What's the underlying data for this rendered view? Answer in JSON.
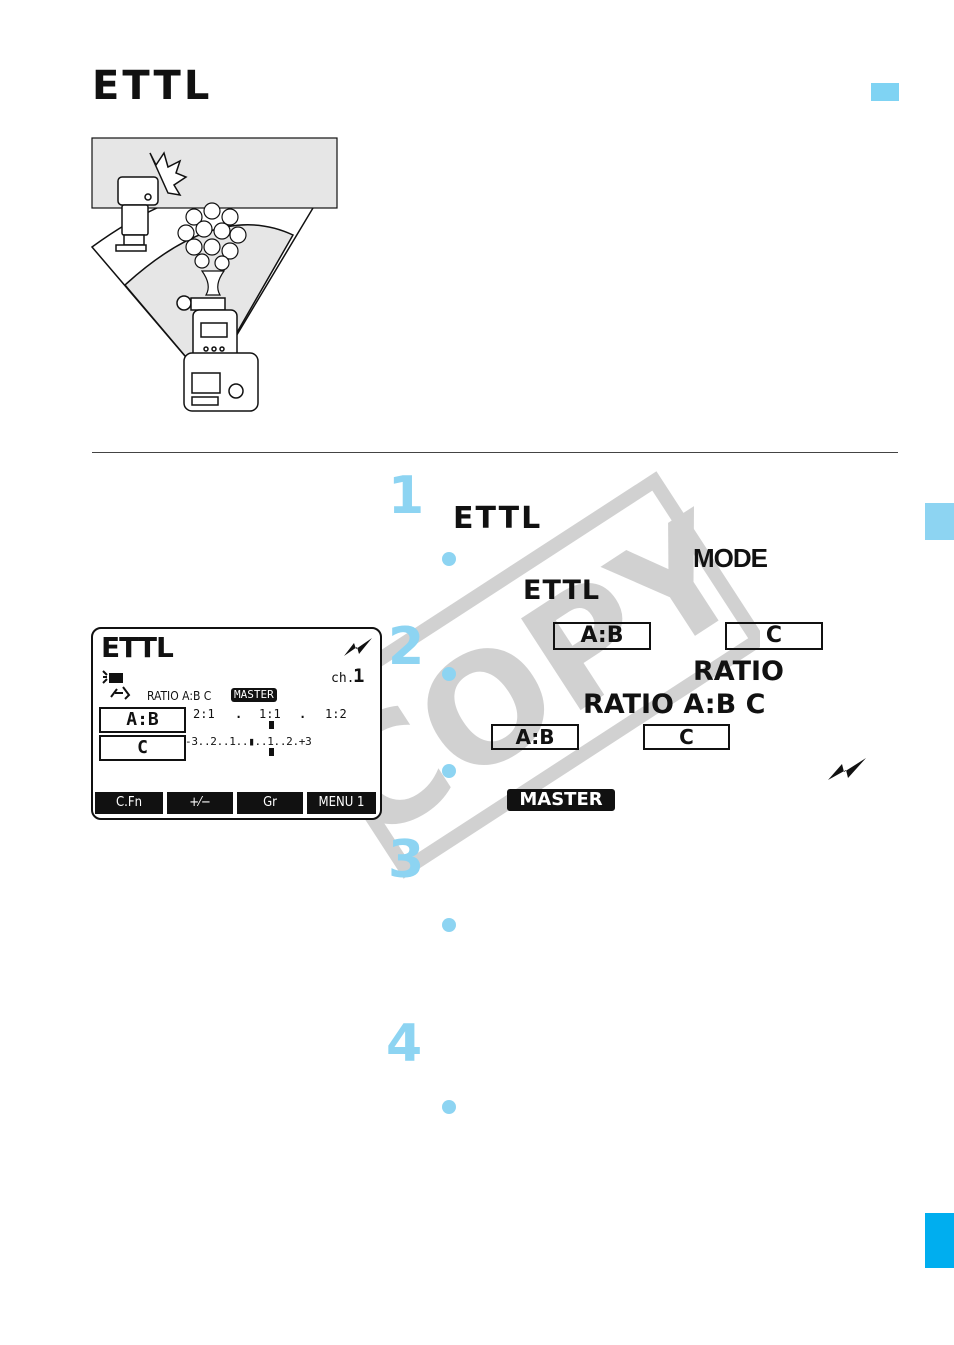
{
  "page": {
    "title": "ETTL"
  },
  "steps": [
    {
      "num": "1",
      "heading": "ETTL",
      "bullet_mode": "MODE",
      "bullet_value": "ETTL"
    },
    {
      "num": "2",
      "box_ab": "A:B",
      "box_c": "C",
      "bullet1_ratio": "RATIO",
      "bullet1_ratio_abc": "RATIO A:B C",
      "bullet1_box_ab": "A:B",
      "bullet1_box_c": "C",
      "bullet2_master": "MASTER"
    },
    {
      "num": "3"
    },
    {
      "num": "4"
    }
  ],
  "lcd": {
    "mode": "ETTL",
    "channel_prefix": "ch.",
    "channel": "1",
    "ratio_label": "RATIO A:B C",
    "master": "MASTER",
    "ab_label": "A:B",
    "c_label": "C",
    "ratio_scale": [
      "2:1",
      ".",
      "1:1",
      ".",
      "1:2"
    ],
    "c_scale": "-3..2..1..▮..1..2.+3",
    "footer": [
      "C.Fn",
      "+⁄−",
      "Gr",
      "MENU 1"
    ]
  },
  "watermark": "COPY",
  "colors": {
    "accent": "#8dd4f2",
    "tab": "#7fd3f3",
    "ink": "#111111"
  }
}
